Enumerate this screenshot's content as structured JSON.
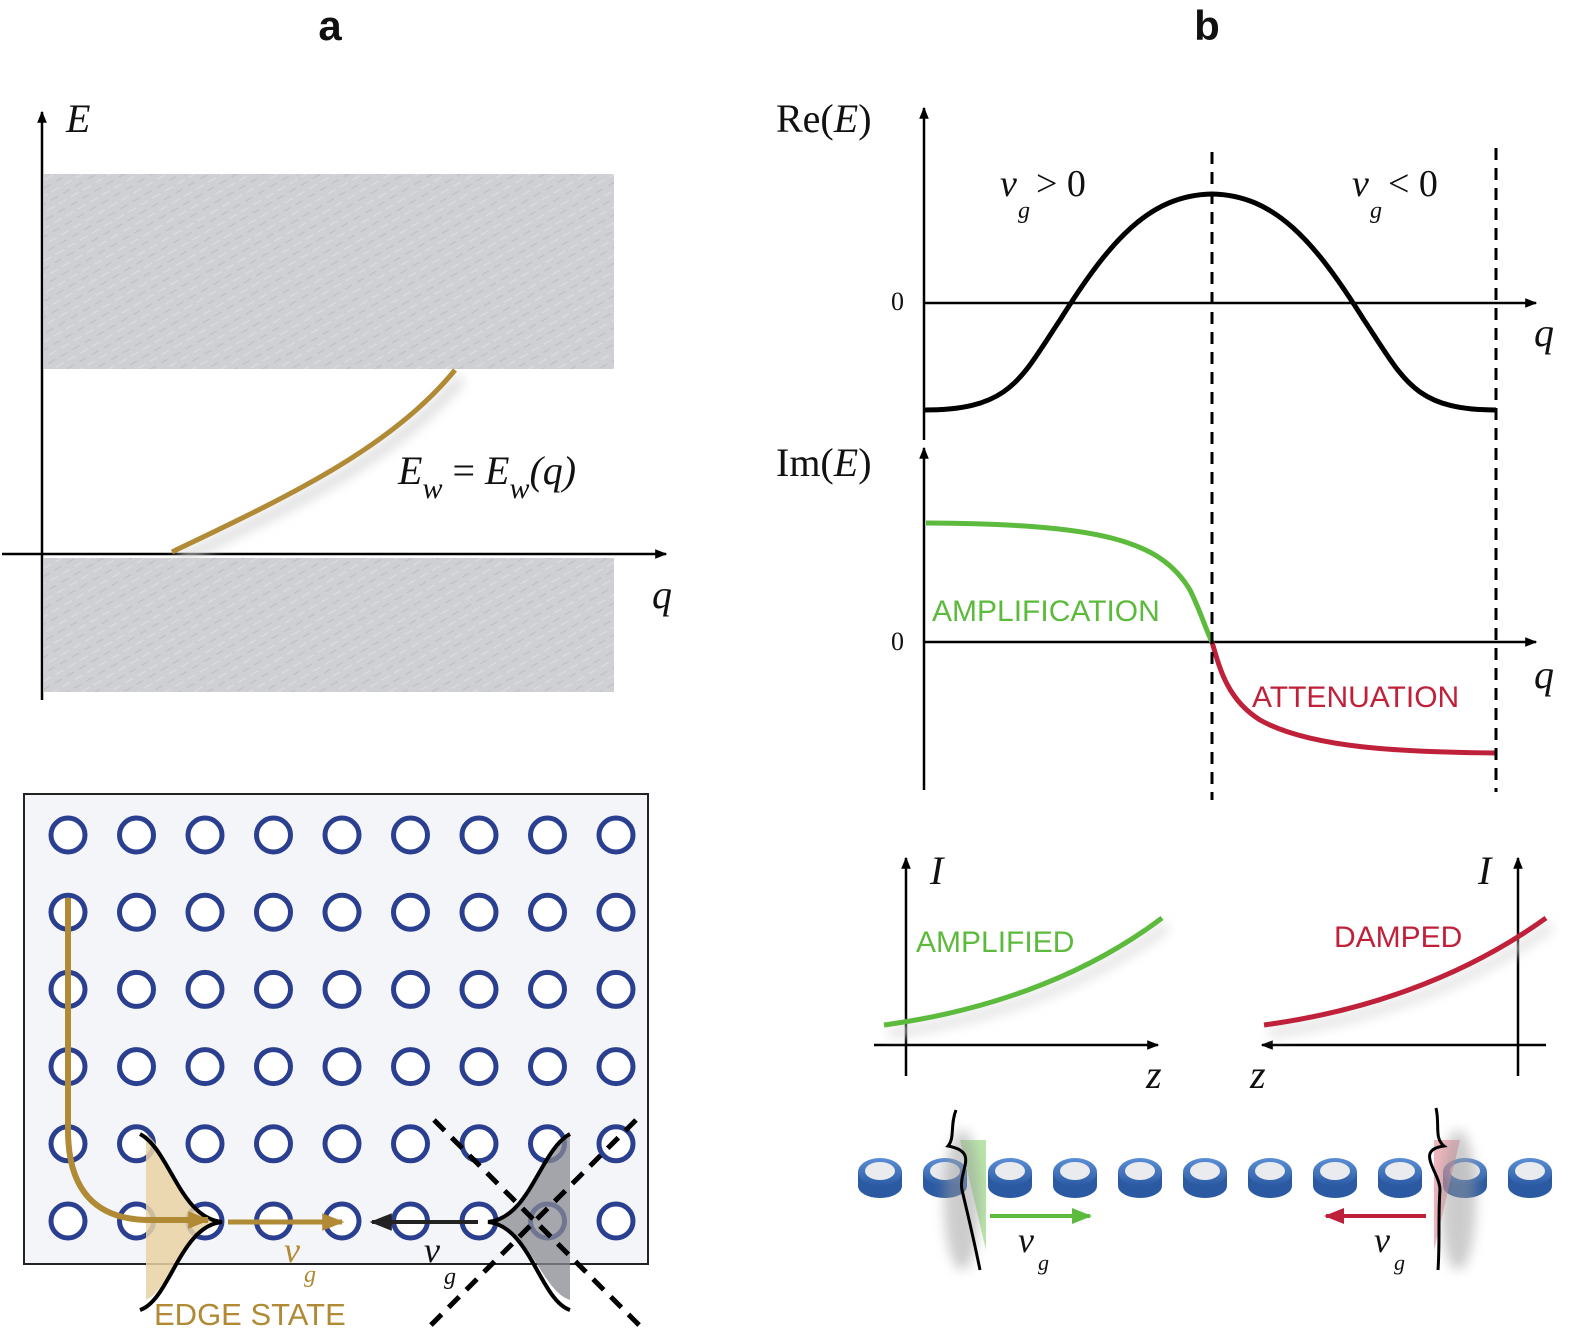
{
  "panel_a": {
    "label": "a",
    "axis_e": "E",
    "axis_q": "q",
    "curve_label": {
      "e": "E",
      "w": "w",
      "eq": " = ",
      "arg": "(q)"
    },
    "lattice": {
      "rows": 6,
      "cols": 9
    },
    "edge_state": {
      "label": "EDGE STATE",
      "v": "v",
      "g": "g"
    },
    "backward": {
      "v": "v",
      "g": "g"
    },
    "colors": {
      "edge": "#b08a35",
      "band": "#cfd0d4",
      "ring": "#2a3f8f"
    }
  },
  "panel_b": {
    "label": "b",
    "re_axis": "Re(",
    "im_axis": "Im(",
    "e": "E",
    "close": ")",
    "zero": "0",
    "q": "q",
    "vg_pos": {
      "v": "v",
      "g": "g",
      "rel": "> 0"
    },
    "vg_neg": {
      "v": "v",
      "g": "g",
      "rel": "< 0"
    },
    "amplification": "AMPLIFICATION",
    "attenuation": "ATTENUATION",
    "intensity": "I",
    "z": "z",
    "amplified": "AMPLIFIED",
    "damped": "DAMPED",
    "colors": {
      "green": "#5cba3c",
      "red": "#c0213a",
      "disc": "#3f6fb8"
    }
  }
}
